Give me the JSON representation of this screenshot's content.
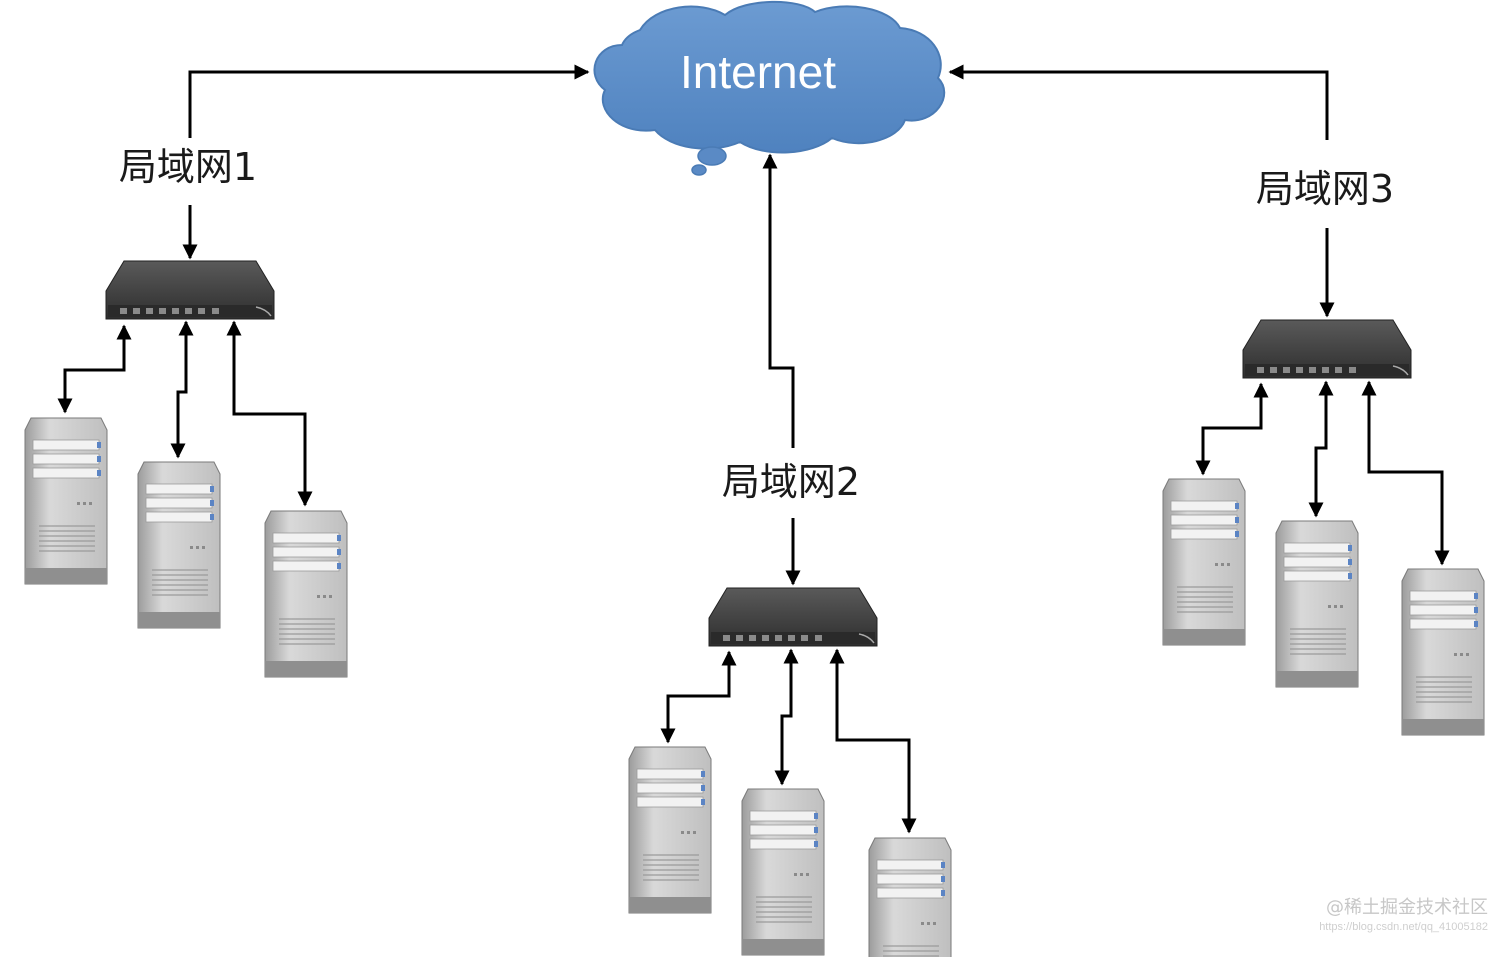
{
  "internet": {
    "label": "Internet",
    "color": "#5b8ec9"
  },
  "lans": [
    {
      "label": "局域网1"
    },
    {
      "label": "局域网2"
    },
    {
      "label": "局域网3"
    }
  ],
  "colors": {
    "line": "#000000",
    "switch": "#3c3c3c",
    "server_body": "#c8c8c8"
  },
  "watermark": {
    "brand": "@稀土掘金技术社区",
    "url": "https://blog.csdn.net/qq_41005182"
  }
}
